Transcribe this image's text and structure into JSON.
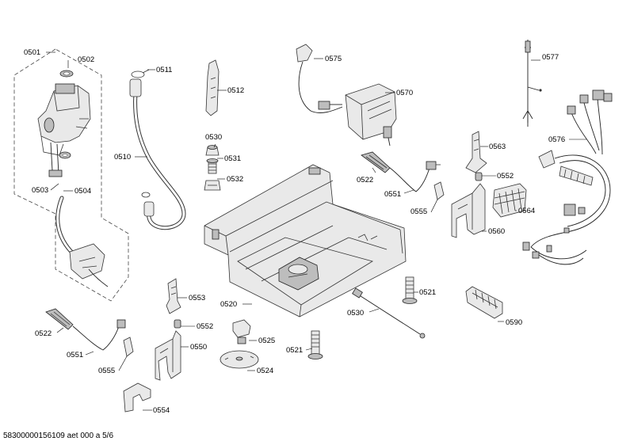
{
  "footer_text": "58300000156109 aet 000 a 5/6",
  "labels": {
    "l0501": "0501",
    "l0502": "0502",
    "l0503": "0503",
    "l0504": "0504",
    "l0510": "0510",
    "l0511": "0511",
    "l0512": "0512",
    "l0530a": "0530",
    "l0531": "0531",
    "l0532": "0532",
    "l0575": "0575",
    "l0570": "0570",
    "l0577": "0577",
    "l0576": "0576",
    "l0563": "0563",
    "l0552a": "0552",
    "l0564": "0564",
    "l0560": "0560",
    "l0522a": "0522",
    "l0551a": "0551",
    "l0555a": "0555",
    "l0520": "0520",
    "l0521a": "0521",
    "l0530b": "0530",
    "l0590": "0590",
    "l0521b": "0521",
    "l0524": "0524",
    "l0525": "0525",
    "l0553": "0553",
    "l0552b": "0552",
    "l0550": "0550",
    "l0554": "0554",
    "l0522b": "0522",
    "l0551b": "0551",
    "l0555b": "0555"
  }
}
